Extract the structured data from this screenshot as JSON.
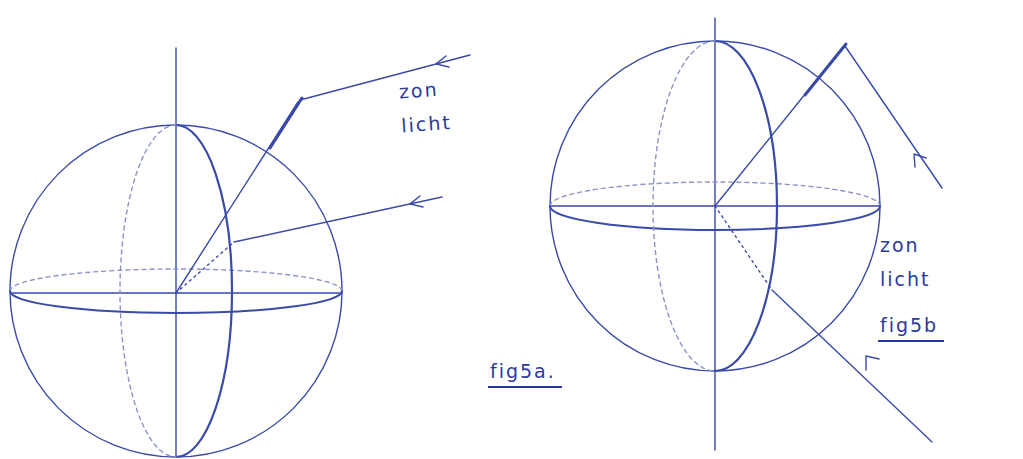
{
  "diagram": {
    "labels": [
      "zon licht",
      "fig5a.",
      "zon licht",
      "fig5b"
    ]
  }
}
